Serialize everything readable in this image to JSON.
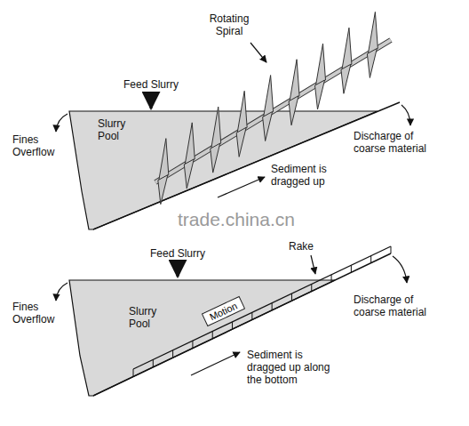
{
  "diagram": {
    "nodes": [
      {
        "text": [
          "Motion"
        ]
      }
    ],
    "labels": [
      "Rotating Spiral",
      "Feed Slurry",
      "Slurry Pool",
      "Fines Overflow",
      "Discharge of coarse material",
      "Sediment is dragged up",
      "trade.china.cn",
      "Feed Slurry",
      "Rake",
      "Slurry Pool",
      "Fines Overflow",
      "Discharge of coarse material",
      "Sediment is dragged up along the bottom"
    ]
  }
}
